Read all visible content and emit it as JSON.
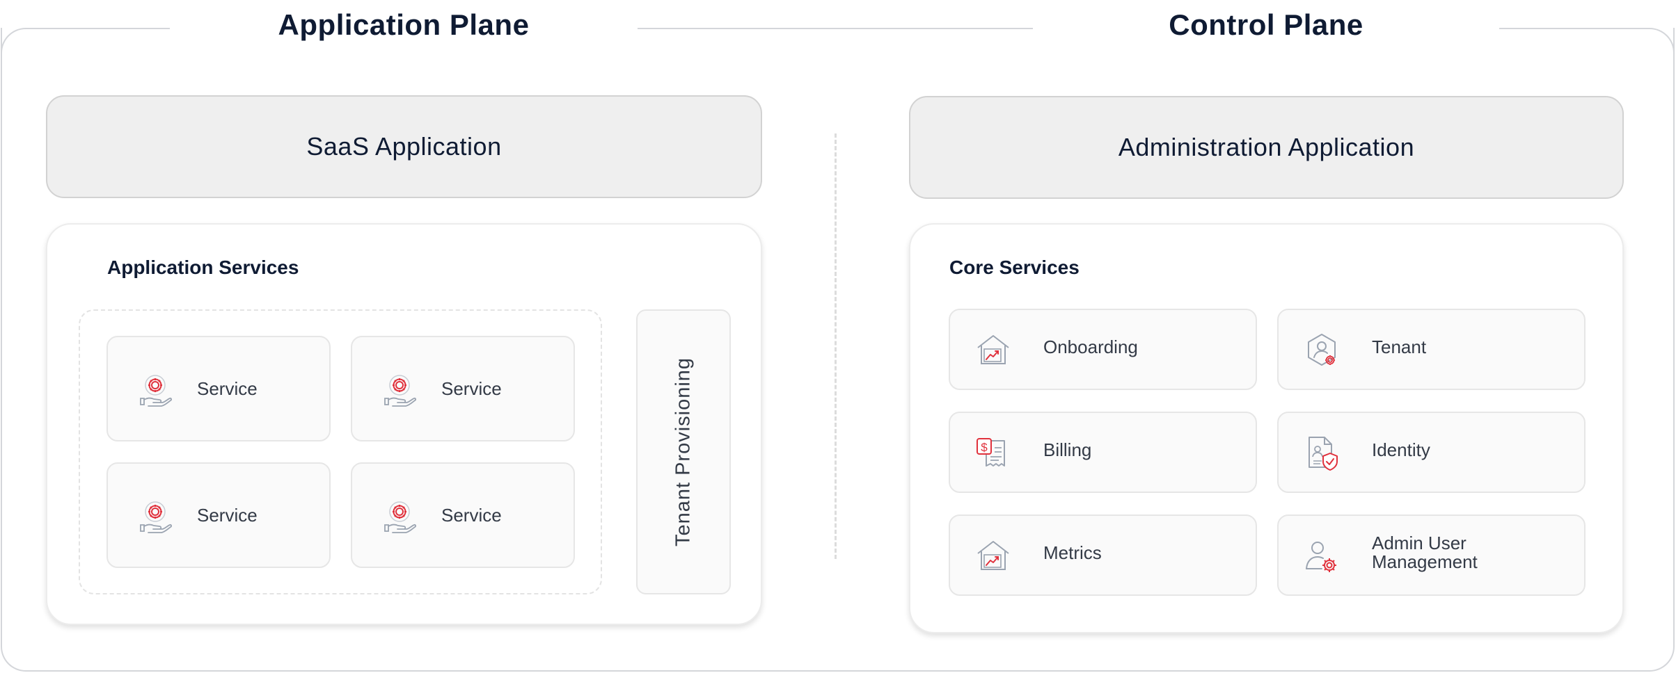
{
  "application_plane": {
    "title": "Application Plane",
    "banner": "SaaS Application",
    "panel_heading": "Application Services",
    "services": [
      {
        "label": "Service",
        "icon": "gear-hand-icon"
      },
      {
        "label": "Service",
        "icon": "gear-hand-icon"
      },
      {
        "label": "Service",
        "icon": "gear-hand-icon"
      },
      {
        "label": "Service",
        "icon": "gear-hand-icon"
      }
    ],
    "provisioning_label": "Tenant Provisioning"
  },
  "control_plane": {
    "title": "Control Plane",
    "banner": "Administration Application",
    "panel_heading": "Core Services",
    "services": [
      {
        "label": "Onboarding",
        "icon": "house-chart-icon"
      },
      {
        "label": "Tenant",
        "icon": "hexagon-user-gear-icon"
      },
      {
        "label": "Billing",
        "icon": "dollar-receipt-icon"
      },
      {
        "label": "Identity",
        "icon": "document-user-shield-icon"
      },
      {
        "label": "Metrics",
        "icon": "house-chart-icon"
      },
      {
        "label": "Admin User Management",
        "icon": "user-gear-icon"
      }
    ]
  },
  "colors": {
    "title_text": "#0f1b33",
    "accent_red": "#e0313c",
    "icon_grey": "#9aa3b0",
    "banner_fill": "#efefef",
    "card_fill": "#fafafa"
  }
}
